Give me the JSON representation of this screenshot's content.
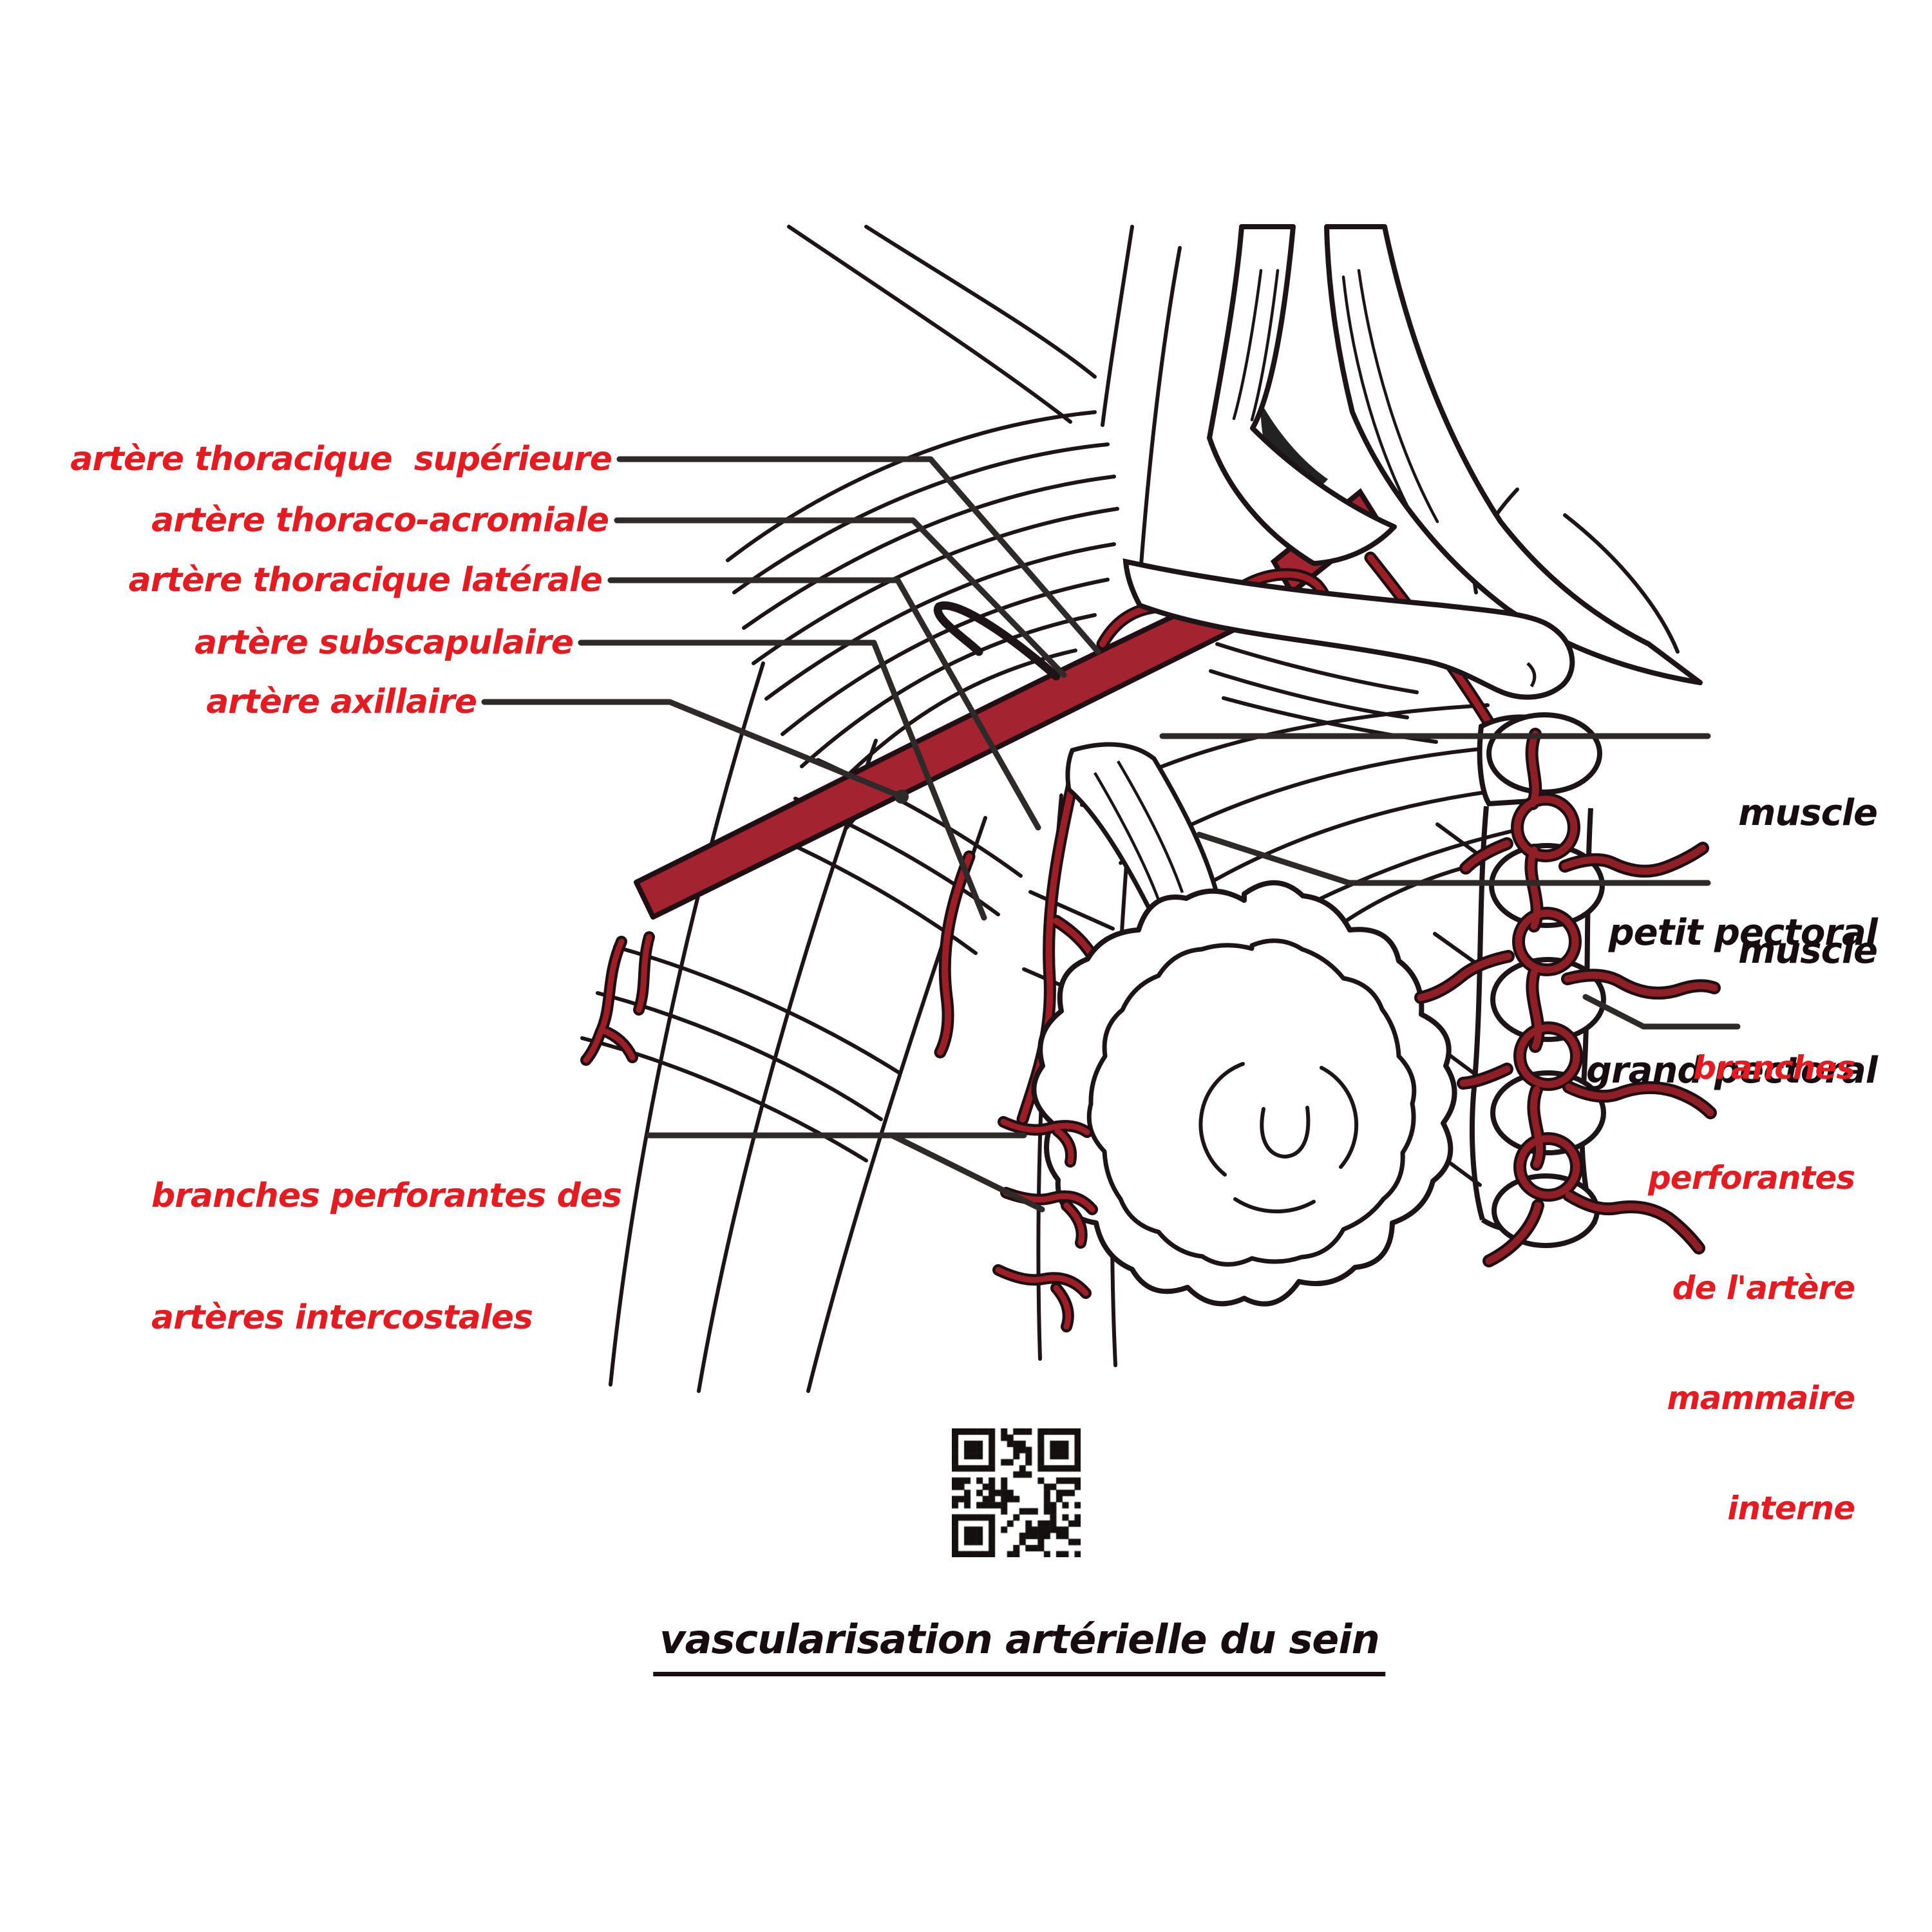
{
  "title": {
    "text": "vascularisation artérielle du sein"
  },
  "labels": {
    "left": [
      {
        "text": "artère thoracique  supérieure"
      },
      {
        "text": "artère thoraco-acromiale"
      },
      {
        "text": "artère thoracique latérale"
      },
      {
        "text": "artère subscapulaire"
      },
      {
        "text": "artère axillaire"
      }
    ],
    "bottom_left": {
      "lines": [
        "branches perforantes des",
        "artères intercostales"
      ]
    },
    "right_black": [
      {
        "lines": [
          "muscle",
          "petit pectoral"
        ]
      },
      {
        "lines": [
          "muscle",
          "grand pectoral"
        ]
      }
    ],
    "right_red": {
      "lines": [
        "branches",
        "perforantes",
        "de l'artère",
        "mammaire",
        "interne"
      ]
    }
  },
  "icons": {
    "qr": "qr-code"
  },
  "colors": {
    "label_red": "#e41b20",
    "text_black": "#170c10",
    "artery_fill": "#a32331",
    "artery_dark": "#8e1f26",
    "ink": "#1c1416",
    "leader": "#2e2a2a",
    "background": "#ffffff"
  }
}
